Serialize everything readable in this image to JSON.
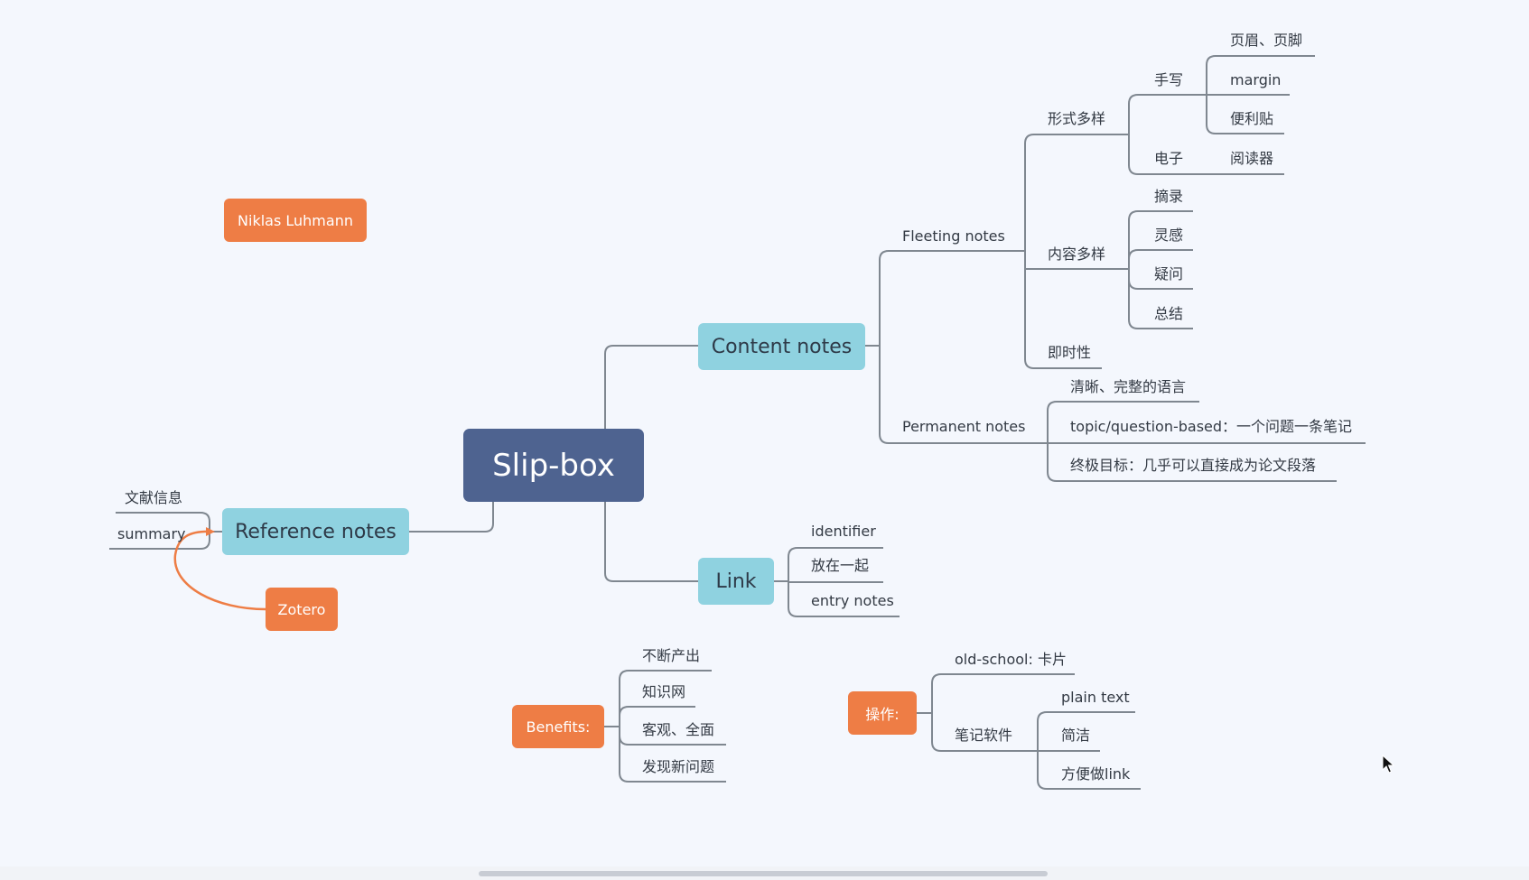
{
  "root": "Slip-box",
  "branches": {
    "content_notes": "Content notes",
    "reference_notes": "Reference notes",
    "link": "Link"
  },
  "fleeting": {
    "title": "Fleeting notes",
    "form": {
      "title": "形式多样",
      "handwritten": {
        "title": "手写",
        "items": [
          "页眉、页脚",
          "margin",
          "便利贴"
        ]
      },
      "electronic": {
        "title": "电子",
        "items": [
          "阅读器"
        ]
      }
    },
    "content": {
      "title": "内容多样",
      "items": [
        "摘录",
        "灵感",
        "疑问",
        "总结"
      ]
    },
    "immediacy": "即时性"
  },
  "permanent": {
    "title": "Permanent notes",
    "items": [
      "清晰、完整的语言",
      "topic/question-based：一个问题一条笔记",
      "终极目标：几乎可以直接成为论文段落"
    ]
  },
  "link_items": [
    "identifier",
    "放在一起",
    "entry notes"
  ],
  "reference_items": [
    "文献信息",
    "summary"
  ],
  "floating": {
    "niklas": "Niklas Luhmann",
    "zotero": "Zotero",
    "benefits": "Benefits:",
    "operations": "操作:"
  },
  "benefit_items": [
    "不断产出",
    "知识网",
    "客观、全面",
    "发现新问题"
  ],
  "operation_items": {
    "oldschool": "old-school: 卡片",
    "software": {
      "title": "笔记软件",
      "items": [
        "plain text",
        "简洁",
        "方便做link"
      ]
    }
  },
  "colors": {
    "root": "#4e6390",
    "main_topic": "#8fd2e0",
    "floating_topic": "#ee7d45",
    "connector": "#7f8790",
    "orange_connector": "#ee7d45",
    "background": "#f4f7fd"
  }
}
